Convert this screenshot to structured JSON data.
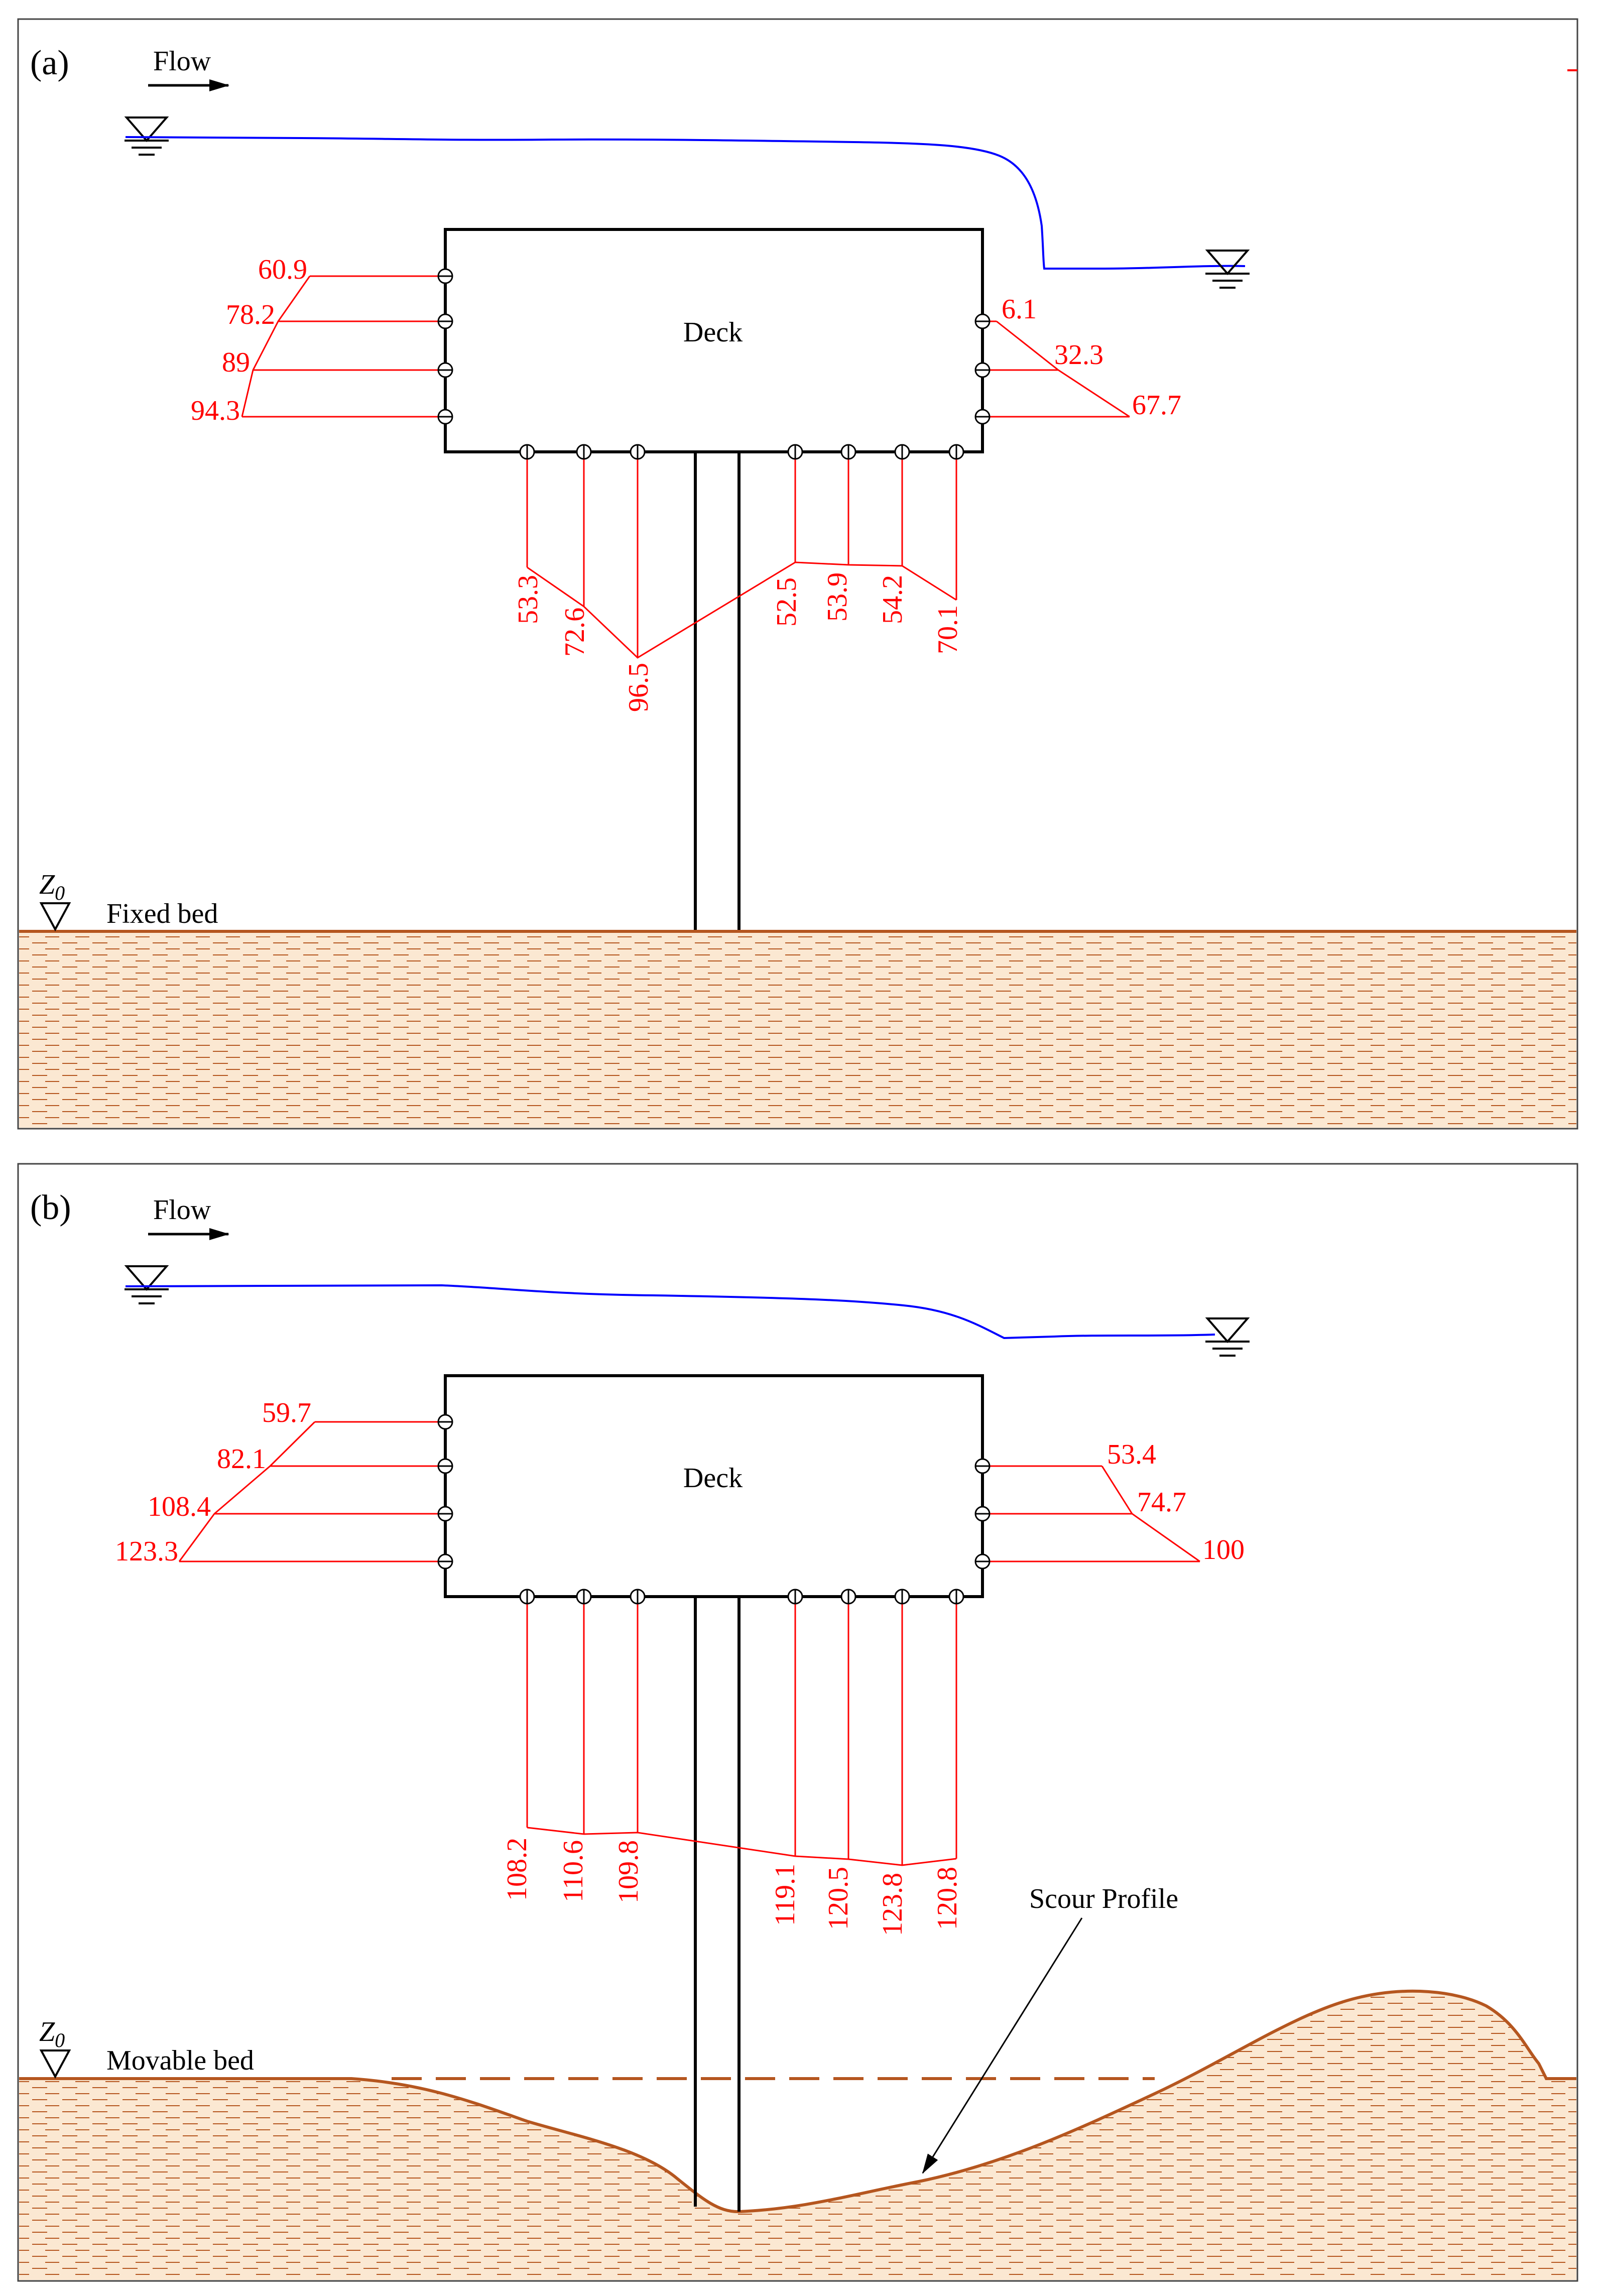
{
  "colors": {
    "water": "#0000ff",
    "pressure": "#ff0000",
    "structure": "#000000",
    "bed": "#b5561f",
    "soil": "#fbe8d2"
  },
  "panel_a": {
    "label": "(a)",
    "flow_label": "Flow",
    "deck_label": "Deck",
    "bed_symbol": "Z",
    "bed_symbol_sub": "0",
    "bed_label": "Fixed bed",
    "upstream_values": [
      "60.9",
      "78.2",
      "89",
      "94.3"
    ],
    "downstream_values": [
      "6.1",
      "32.3",
      "67.7"
    ],
    "bottom_values": [
      "53.3",
      "72.6",
      "96.5",
      "52.5",
      "53.9",
      "54.2",
      "70.1"
    ]
  },
  "panel_b": {
    "label": "(b)",
    "flow_label": "Flow",
    "deck_label": "Deck",
    "bed_symbol": "Z",
    "bed_symbol_sub": "0",
    "bed_label": "Movable bed",
    "scour_label": "Scour Profile",
    "upstream_values": [
      "59.7",
      "82.1",
      "108.4",
      "123.3"
    ],
    "downstream_values": [
      "53.4",
      "74.7",
      "100"
    ],
    "bottom_values": [
      "108.2",
      "110.6",
      "109.8",
      "119.1",
      "120.5",
      "123.8",
      "120.8"
    ]
  }
}
